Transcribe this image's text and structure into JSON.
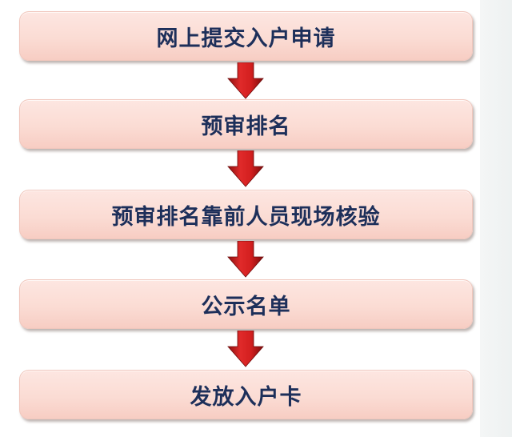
{
  "steps": [
    {
      "label": "网上提交入户申请"
    },
    {
      "label": "预审排名"
    },
    {
      "label": "预审排名靠前人员现场核验"
    },
    {
      "label": "公示名单"
    },
    {
      "label": "发放入户卡"
    }
  ],
  "colors": {
    "box_fill": "#fbdcd4",
    "box_text": "#1d2f5a",
    "arrow": "#d31f1f",
    "arrow_dark": "#8e1010"
  }
}
